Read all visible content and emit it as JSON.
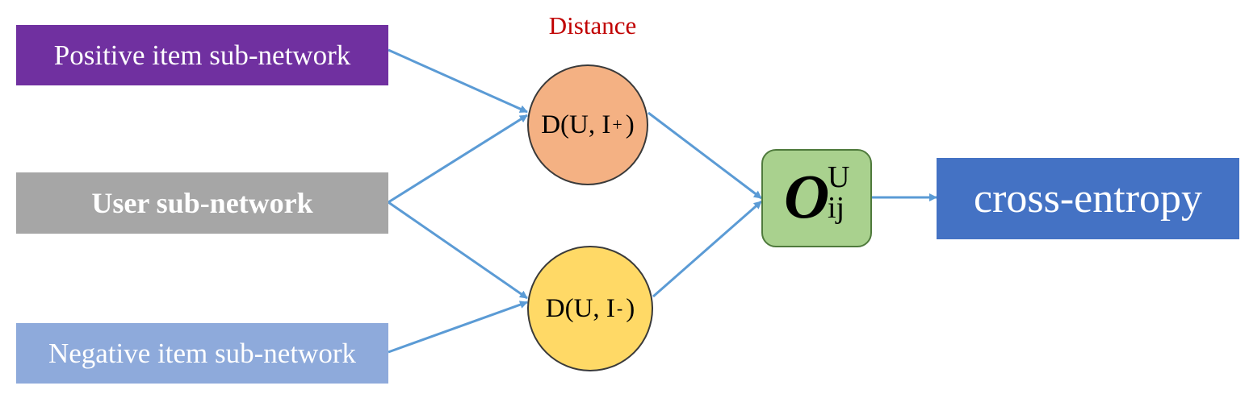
{
  "left_boxes": {
    "positive": "Positive item sub-network",
    "user": "User sub-network",
    "negative": "Negative item sub-network"
  },
  "distance": {
    "title": "Distance",
    "positive_node": {
      "base": "D(U, I",
      "sup": "+",
      "tail": ")"
    },
    "negative_node": {
      "base": "D(U, I",
      "sup": "-",
      "tail": ")"
    }
  },
  "output_node": {
    "symbol": "O",
    "superscript": "U",
    "subscript": "ij"
  },
  "loss": "cross-entropy",
  "colors": {
    "positive": "#7030a0",
    "user": "#a6a6a6",
    "negative": "#8eaadb",
    "loss": "#4472c4",
    "distance_title": "#c00000",
    "node_positive": "#f4b183",
    "node_negative": "#ffd966",
    "output": "#a9d18e",
    "arrow": "#5b9bd5"
  }
}
